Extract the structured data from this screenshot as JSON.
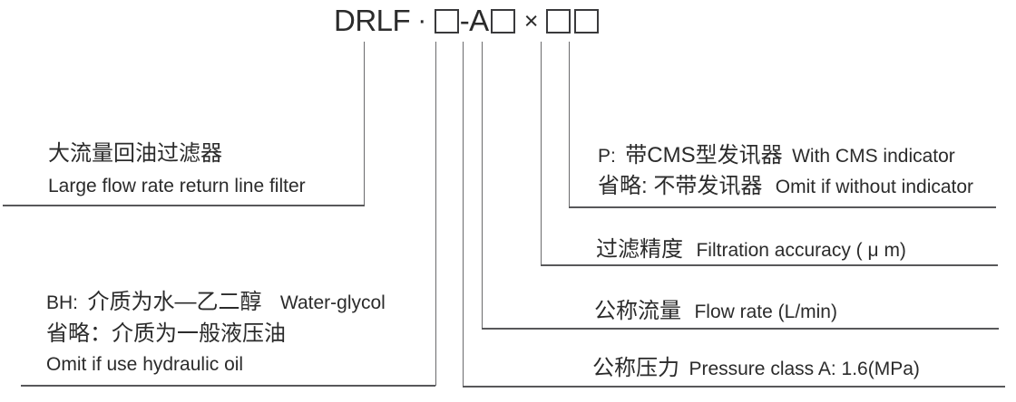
{
  "title": {
    "series": "DRLF",
    "dot": "·",
    "pressure_code": "-A",
    "times": "×"
  },
  "product": {
    "zh": "大流量回油过滤器",
    "en": "Large flow rate return line filter"
  },
  "indicator": {
    "line1_code": "P:",
    "line1_zh": "带CMS型发讯器",
    "line1_en": "With CMS indicator",
    "line2_zh": "省略: 不带发讯器",
    "line2_en": "Omit if without indicator"
  },
  "accuracy": {
    "zh": "过滤精度",
    "en": "Filtration accuracy ( μ m)"
  },
  "flow": {
    "zh": "公称流量",
    "en": "Flow rate (L/min)"
  },
  "pressure": {
    "zh": "公称压力",
    "en": "Pressure class A: 1.6(MPa)"
  },
  "medium": {
    "line1_code": "BH:",
    "line1_zh": "介质为水—乙二醇",
    "line1_en": "Water-glycol",
    "line2_zh": "省略：介质为一般液压油",
    "line3_en": "Omit if use hydraulic oil"
  },
  "colors": {
    "text": "#2b2b2b",
    "line": "#58585a",
    "background": "#ffffff"
  }
}
